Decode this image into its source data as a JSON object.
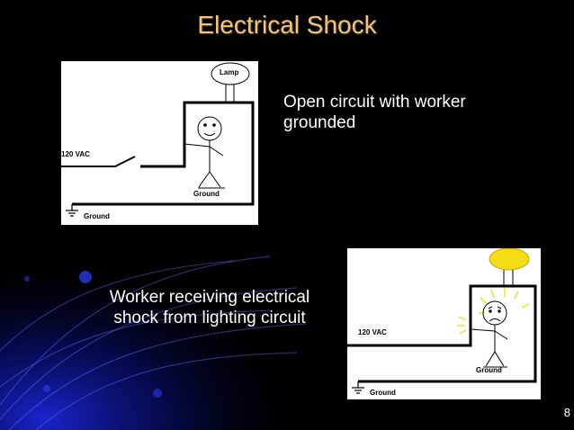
{
  "slide": {
    "title": "Electrical Shock",
    "page_number": "8",
    "caption_open": "Open circuit with worker grounded",
    "caption_shock": "Worker receiving electrical shock from lighting circuit"
  },
  "figure_open": {
    "lamp_label": "Lamp",
    "voltage_label": "120 VAC",
    "worker_ground_label": "Ground",
    "circuit_ground_label": "Ground"
  },
  "figure_shock": {
    "voltage_label": "120 VAC",
    "worker_ground_label": "Ground",
    "circuit_ground_label": "Ground",
    "lamp_color": "#f5dd16"
  },
  "colors": {
    "background": "#000000",
    "title": "#f2c57a",
    "accent_blue": "#1a26d8"
  }
}
